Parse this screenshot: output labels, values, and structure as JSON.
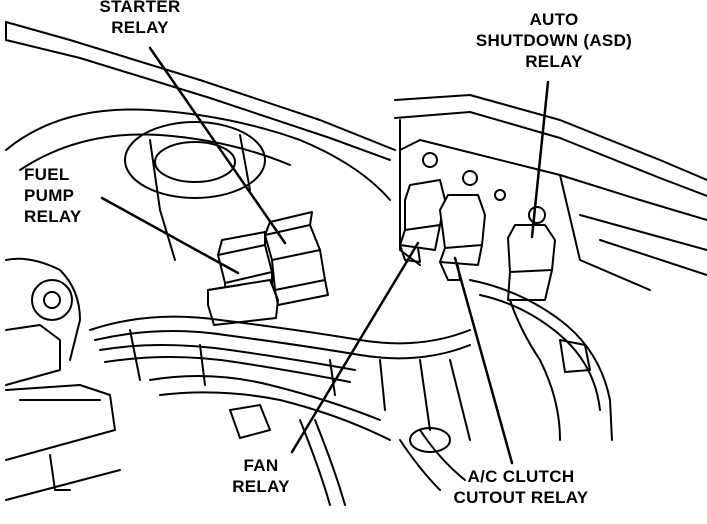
{
  "diagram": {
    "labels": {
      "starter_relay": [
        "STARTER",
        "RELAY"
      ],
      "fuel_pump_relay": [
        "FUEL",
        "PUMP",
        "RELAY"
      ],
      "asd_relay": [
        "AUTO",
        "SHUTDOWN (ASD)",
        "RELAY"
      ],
      "fan_relay": [
        "FAN",
        "RELAY"
      ],
      "ac_clutch_relay": [
        "A/C CLUTCH",
        "CUTOUT RELAY"
      ]
    },
    "colors": {
      "ink": "#000000",
      "paper": "#ffffff"
    }
  }
}
